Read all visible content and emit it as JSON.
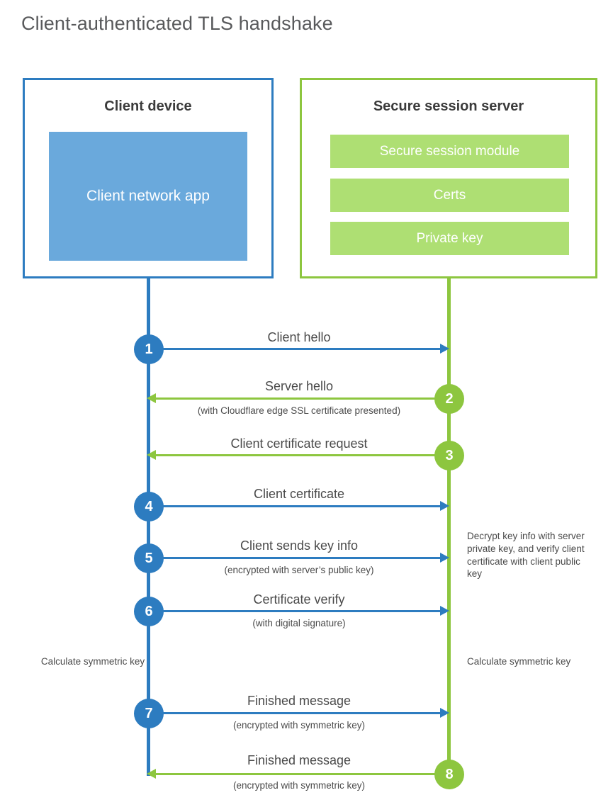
{
  "diagram": {
    "title": "Client-authenticated TLS handshake",
    "colors": {
      "client_blue": "#2d7cc0",
      "client_app_fill": "#6aa9dc",
      "server_green": "#8dc63f",
      "server_module_fill": "#aedf73",
      "text": "#4a4a4a",
      "background": "#ffffff"
    }
  },
  "actors": {
    "client": {
      "title": "Client device",
      "app_label": "Client network app"
    },
    "server": {
      "title": "Secure session server",
      "modules": [
        "Secure session module",
        "Certs",
        "Private key"
      ]
    }
  },
  "steps": [
    {
      "number": "1",
      "label": "Client hello",
      "sub": "",
      "direction": "client-to-server",
      "color": "blue"
    },
    {
      "number": "2",
      "label": "Server hello",
      "sub": "(with Cloudflare edge SSL certificate presented)",
      "direction": "server-to-client",
      "color": "green"
    },
    {
      "number": "3",
      "label": "Client certificate request",
      "sub": "",
      "direction": "server-to-client",
      "color": "green"
    },
    {
      "number": "4",
      "label": "Client certificate",
      "sub": "",
      "direction": "client-to-server",
      "color": "blue"
    },
    {
      "number": "5",
      "label": "Client sends key info",
      "sub": "(encrypted with server’s public key)",
      "direction": "client-to-server",
      "color": "blue"
    },
    {
      "number": "6",
      "label": "Certificate verify",
      "sub": "(with digital signature)",
      "direction": "client-to-server",
      "color": "blue"
    },
    {
      "number": "7",
      "label": "Finished message",
      "sub": "(encrypted with symmetric key)",
      "direction": "client-to-server",
      "color": "blue"
    },
    {
      "number": "8",
      "label": "Finished message",
      "sub": "(encrypted with symmetric key)",
      "direction": "server-to-client",
      "color": "green"
    }
  ],
  "annotations": {
    "server_decrypt": "Decrypt key info with server private key, and verify client certificate with client public key",
    "client_calculate": "Calculate symmetric key",
    "server_calculate": "Calculate symmetric key"
  }
}
